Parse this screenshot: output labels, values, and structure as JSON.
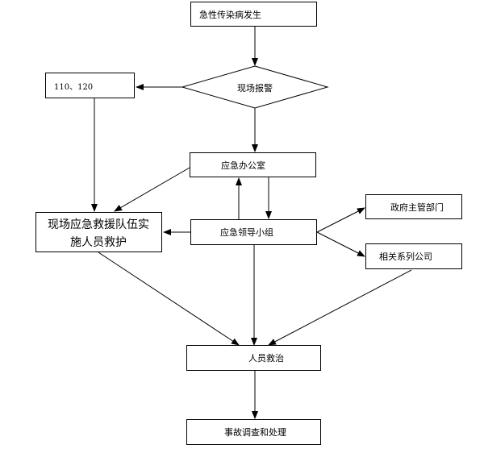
{
  "nodes": {
    "outbreak": "急性传染病发生",
    "report": "现场报警",
    "police_ambulance": "110、120",
    "office": "应急办公室",
    "rescue_team_line1": "现场应急救援队伍实",
    "rescue_team_line2": "施人员救护",
    "leading_group": "应急领导小组",
    "gov_dept": "政府主管部门",
    "related_company": "相关系列公司",
    "personnel_rescue": "人员救治",
    "investigation": "事故调查和处理"
  }
}
